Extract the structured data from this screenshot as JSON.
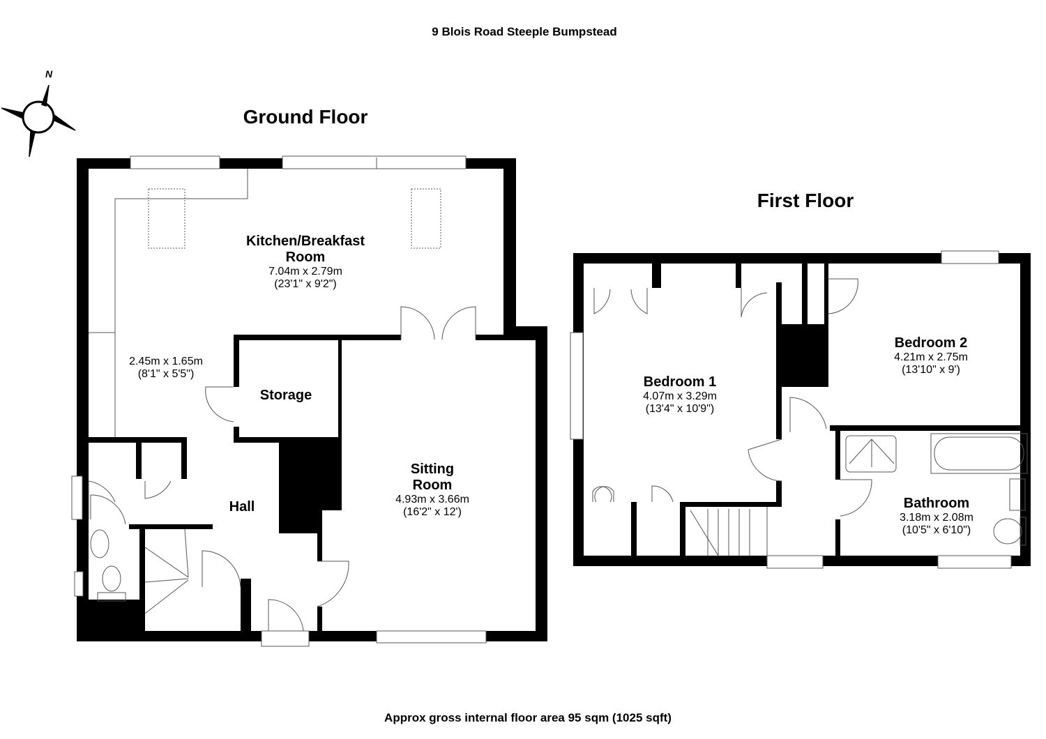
{
  "title": "9 Blois Road Steeple Bumpstead",
  "footer": "Approx gross internal floor area 95 sqm (1025 sqft)",
  "compass": {
    "label": "N",
    "icon": "compass-icon"
  },
  "ground_floor": {
    "label": "Ground Floor",
    "rooms": [
      {
        "name": "Kitchen/Breakfast",
        "name2": "Room",
        "metric": "7.04m x 2.79m",
        "imperial": "(23'1\" x 9'2\")"
      },
      {
        "name": "",
        "metric": "2.45m x 1.65m",
        "imperial": "(8'1\" x 5'5\")"
      },
      {
        "name": "Storage"
      },
      {
        "name": "Sitting",
        "name2": "Room",
        "metric": "4.93m x 3.66m",
        "imperial": "(16'2\" x 12')"
      },
      {
        "name": "Hall"
      }
    ]
  },
  "first_floor": {
    "label": "First Floor",
    "rooms": [
      {
        "name": "Bedroom 1",
        "metric": "4.07m x 3.29m",
        "imperial": "(13'4\" x 10'9\")"
      },
      {
        "name": "Bedroom 2",
        "metric": "4.21m x 2.75m",
        "imperial": "(13'10\" x 9')"
      },
      {
        "name": "Bathroom",
        "metric": "3.18m x 2.08m",
        "imperial": "(10'5\" x 6'10\")"
      }
    ]
  },
  "colors": {
    "wall": "#000000",
    "line": "#555555"
  }
}
